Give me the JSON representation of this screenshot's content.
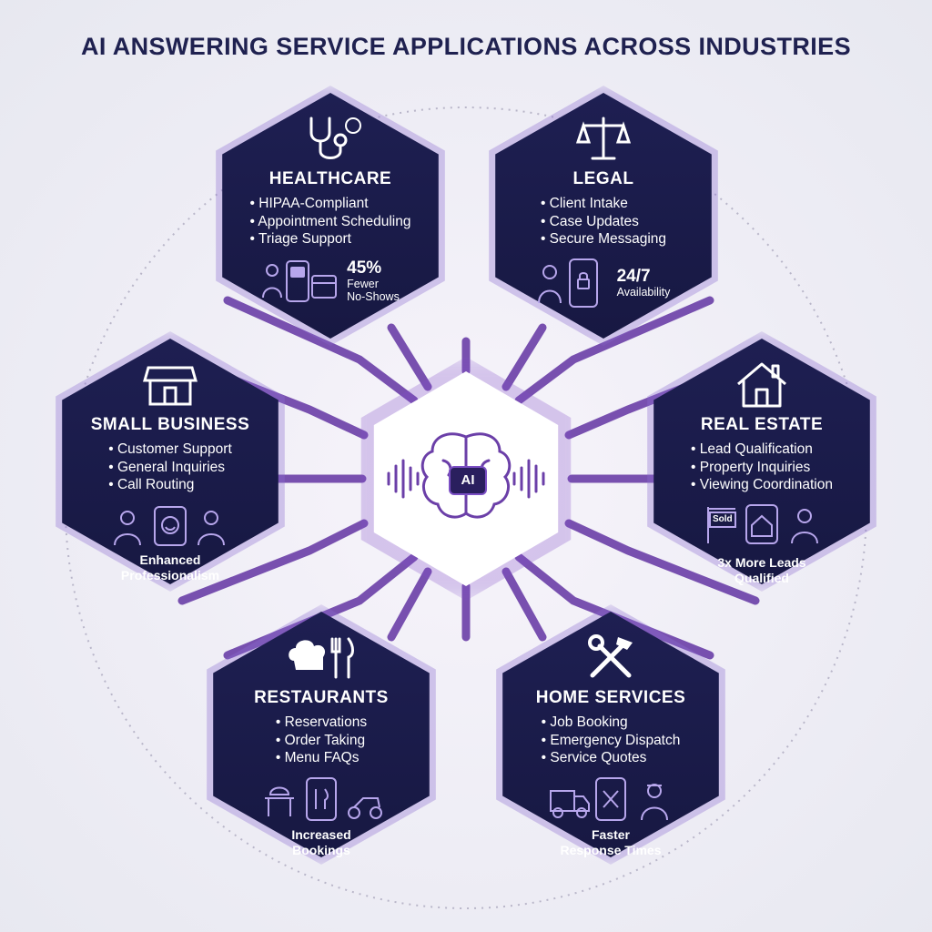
{
  "title": "AI ANSWERING SERVICE APPLICATIONS ACROSS INDUSTRIES",
  "colors": {
    "hexagon_fill": "#1d1e4e",
    "accent_purple": "#6b3fa8",
    "title_color": "#1f2150",
    "background": "#eeedf5"
  },
  "center": {
    "label": "AI",
    "icon": "ai-brain-icon"
  },
  "industries": {
    "healthcare": {
      "title": "HEALTHCARE",
      "icon": "stethoscope-icon",
      "items": [
        "HIPAA-Compliant",
        "Appointment Scheduling",
        "Triage Support"
      ],
      "stat_value": "45%",
      "stat_label_1": "Fewer",
      "stat_label_2": "No-Shows"
    },
    "legal": {
      "title": "LEGAL",
      "icon": "scales-icon",
      "items": [
        "Client Intake",
        "Case Updates",
        "Secure Messaging"
      ],
      "stat_value": "24/7",
      "stat_label_1": "Availability"
    },
    "small_business": {
      "title": "SMALL BUSINESS",
      "icon": "storefront-icon",
      "items": [
        "Customer Support",
        "General Inquiries",
        "Call Routing"
      ],
      "stat_line_1": "Enhanced",
      "stat_line_2": "Professionalism"
    },
    "real_estate": {
      "title": "REAL ESTATE",
      "icon": "house-icon",
      "items": [
        "Lead Qualification",
        "Property Inquiries",
        "Viewing Coordination"
      ],
      "sold_sign": "Sold",
      "stat_line_1": "3x More Leads",
      "stat_line_2": "Qualified"
    },
    "restaurants": {
      "title": "RESTAURANTS",
      "icon": "chef-hat-icon",
      "items": [
        "Reservations",
        "Order Taking",
        "Menu FAQs"
      ],
      "stat_line_1": "Increased",
      "stat_line_2": "Bookings"
    },
    "home_services": {
      "title": "HOME SERVICES",
      "icon": "tools-icon",
      "items": [
        "Job Booking",
        "Emergency Dispatch",
        "Service Quotes"
      ],
      "stat_line_1": "Faster",
      "stat_line_2": "Response Times"
    }
  }
}
